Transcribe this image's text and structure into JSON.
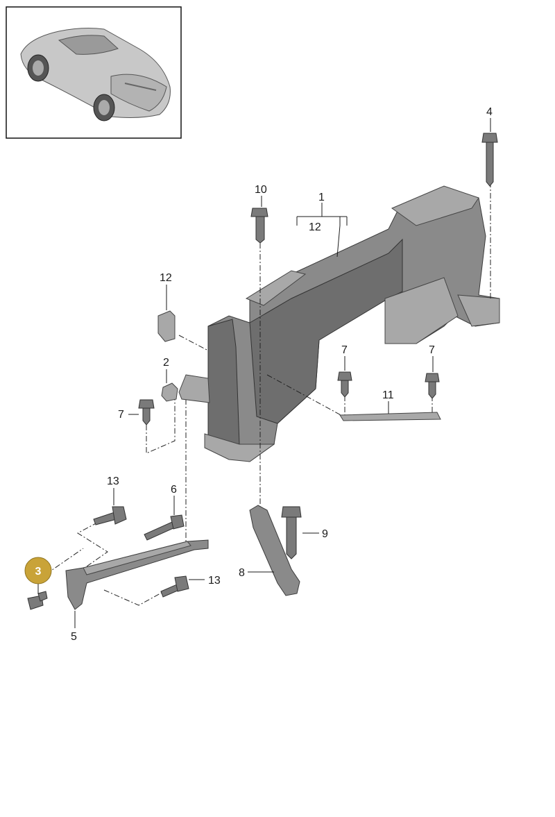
{
  "diagram": {
    "highlighted_part": "3",
    "callouts": {
      "c1": "1",
      "c12_bracket": "12",
      "c12": "12",
      "c10": "10",
      "c4": "4",
      "c2": "2",
      "c7_left": "7",
      "c7_mid": "7",
      "c7_right": "7",
      "c11": "11",
      "c13_top": "13",
      "c6": "6",
      "c9": "9",
      "c8": "8",
      "c13_bottom": "13",
      "c5": "5",
      "c3": "3"
    }
  }
}
